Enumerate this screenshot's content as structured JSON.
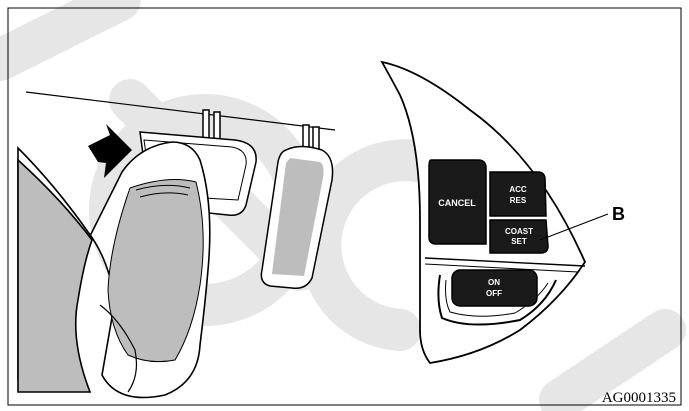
{
  "controls": {
    "cancel_label": "CANCEL",
    "acc_res_line1": "ACC",
    "acc_res_line2": "RES",
    "coast_set_line1": "COAST",
    "coast_set_line2": "SET",
    "on_off_line1": "ON",
    "on_off_line2": "OFF"
  },
  "callout": {
    "label": "B"
  },
  "figure": {
    "code": "AG0001335"
  },
  "colors": {
    "outline": "#000000",
    "shade": "#bdbdbd",
    "watermark": "#e6e6e6",
    "button": "#1a1a1a"
  },
  "icons": {
    "pointer": "arrow-icon"
  }
}
